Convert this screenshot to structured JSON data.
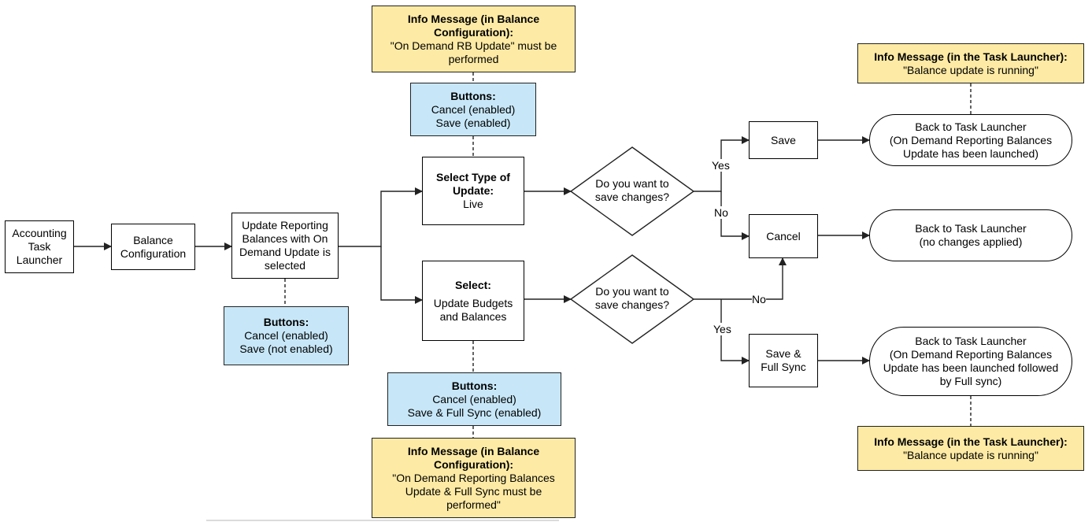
{
  "nodes": {
    "accounting_task_launcher": [
      "Accounting",
      "Task",
      "Launcher"
    ],
    "balance_configuration": [
      "Balance",
      "Configuration"
    ],
    "update_reporting_balances": [
      "Update Reporting",
      "Balances with On",
      "Demand Update is",
      "selected"
    ],
    "buttons_left": {
      "title": "Buttons:",
      "lines": [
        "Cancel (enabled)",
        "Save (not enabled)"
      ]
    },
    "info_top": {
      "title": [
        "Info Message (in Balance",
        "Configuration):"
      ],
      "lines": [
        "\"On Demand RB Update\" must be",
        "performed"
      ]
    },
    "buttons_top": {
      "title": "Buttons:",
      "lines": [
        "Cancel (enabled)",
        "Save (enabled)"
      ]
    },
    "select_live": {
      "title": [
        "Select Type of",
        "Update:"
      ],
      "lines": [
        "Live"
      ]
    },
    "select_budgets": {
      "title": [
        "Select:"
      ],
      "lines": [
        "Update Budgets",
        "and Balances"
      ]
    },
    "buttons_bottom": {
      "title": "Buttons:",
      "lines": [
        "Cancel (enabled)",
        "Save & Full Sync (enabled)"
      ]
    },
    "info_bottom": {
      "title": [
        "Info Message (in Balance",
        "Configuration):"
      ],
      "lines": [
        "\"On Demand Reporting Balances",
        "Update & Full Sync must be",
        "performed\""
      ]
    },
    "decision_top": [
      "Do you want to",
      "save changes?"
    ],
    "decision_bottom": [
      "Do you want to",
      "save changes?"
    ],
    "save": [
      "Save"
    ],
    "cancel": [
      "Cancel"
    ],
    "save_full_sync": [
      "Save &",
      "Full Sync"
    ],
    "back_launched": [
      "Back to Task Launcher",
      "(On Demand Reporting Balances",
      "Update has been launched)"
    ],
    "back_no_changes": [
      "Back to Task Launcher",
      "(no changes applied)"
    ],
    "back_full_sync": [
      "Back to Task Launcher",
      "(On Demand Reporting Balances",
      "Update has been launched followed",
      "by Full sync)"
    ],
    "info_right_top": {
      "title": "Info Message (in the Task Launcher):",
      "lines": [
        "\"Balance update is running\""
      ]
    },
    "info_right_bottom": {
      "title": "Info Message (in the Task Launcher):",
      "lines": [
        "\"Balance update is running\""
      ]
    }
  },
  "edge_labels": {
    "yes_top": "Yes",
    "no_top": "No",
    "no_bottom": "No",
    "yes_bottom": "Yes"
  },
  "colors": {
    "info_fill": "#fdeaa4",
    "buttons_fill": "#c7e7f8",
    "line": "#222222"
  }
}
